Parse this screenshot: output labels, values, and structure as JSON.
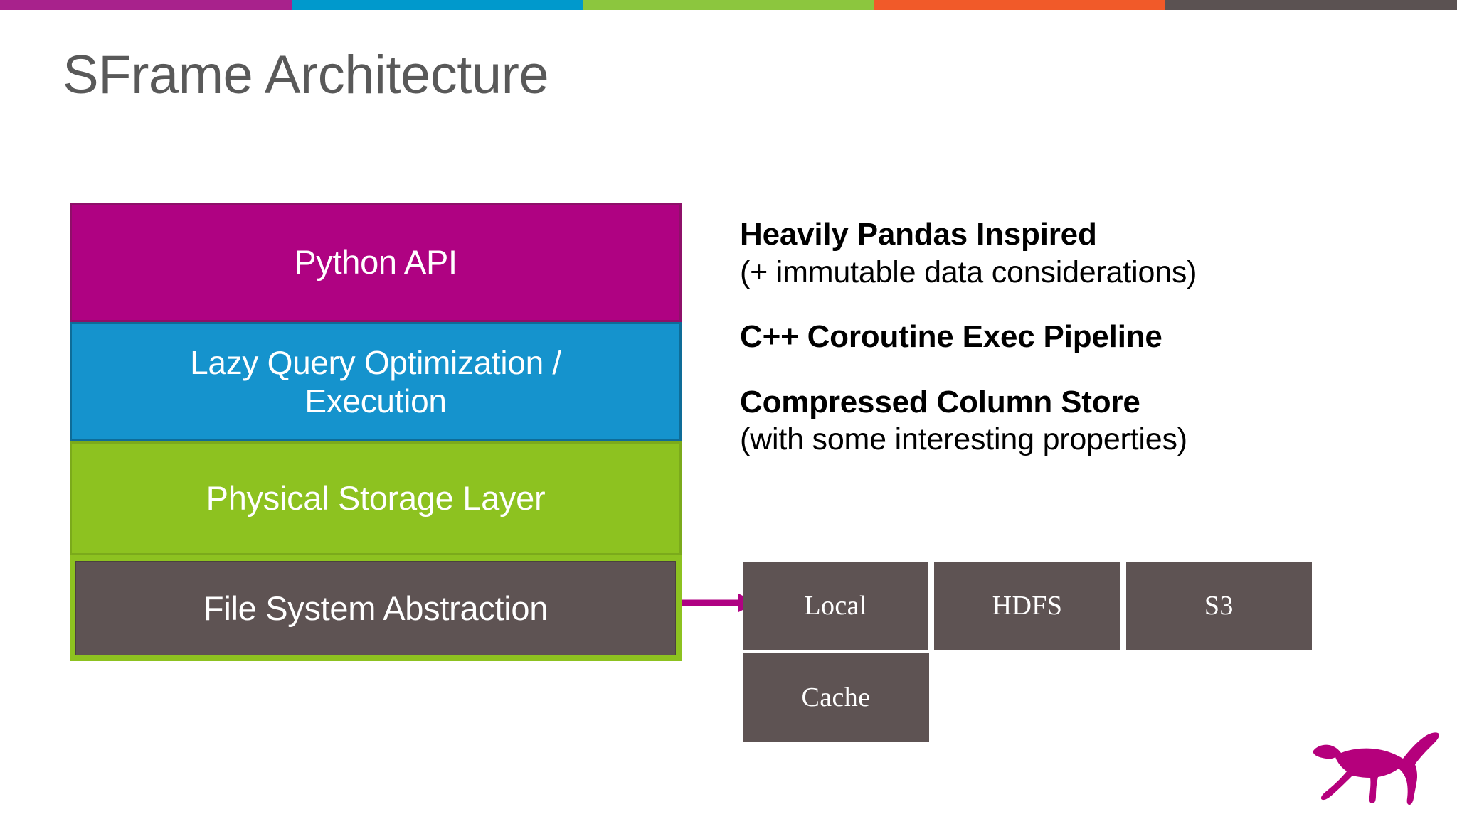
{
  "top_bar": {
    "segments": [
      {
        "name": "magenta",
        "color": "#A8228C"
      },
      {
        "name": "blue",
        "color": "#0099CC"
      },
      {
        "name": "green",
        "color": "#8CC63E"
      },
      {
        "name": "orange",
        "color": "#F15A29"
      },
      {
        "name": "gray",
        "color": "#5B5252"
      }
    ]
  },
  "title": "SFrame Architecture",
  "title_color": "#595959",
  "stack": {
    "layers": [
      {
        "label": "Python API",
        "fill": "#AF0282",
        "border": "#8E1069"
      },
      {
        "label": "Lazy Query Optimization / Execution",
        "fill": "#1593CD",
        "border": "#0E6C98"
      },
      {
        "label": "Physical Storage Layer",
        "fill": "#8DC220",
        "border": "#7BAA1B"
      },
      {
        "label": "File System Abstraction",
        "fill": "#5E5353",
        "border": "#8DC220"
      }
    ],
    "lazy_line1": "Lazy Query Optimization /",
    "lazy_line2": "Execution"
  },
  "connector": {
    "name": "arrow-right",
    "color": "#AF0282"
  },
  "notes": [
    {
      "head": "Heavily Pandas Inspired",
      "sub": "(+ immutable data considerations)"
    },
    {
      "head": "C++ Coroutine Exec Pipeline",
      "sub": ""
    },
    {
      "head": "Compressed Column Store",
      "sub": "(with some interesting properties)"
    }
  ],
  "storage_boxes": {
    "row1": [
      "Local",
      "HDFS",
      "S3"
    ],
    "row2": [
      "Cache"
    ],
    "fill": "#5E5353"
  },
  "logo": {
    "name": "dato-dog-logo",
    "color": "#B5007C"
  }
}
